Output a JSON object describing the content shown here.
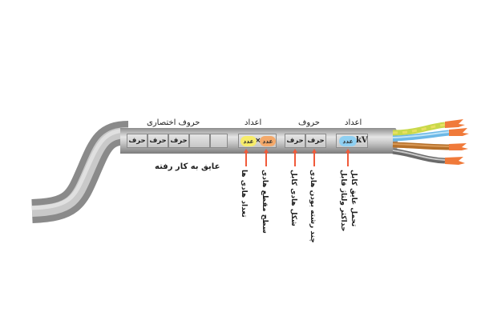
{
  "diagram": {
    "type": "cable-marking-code",
    "headings": {
      "abbreviations": "حروف اختصاری",
      "numbers_1": "اعداد",
      "letters": "حروف",
      "numbers_2": "اعداد"
    },
    "insulation_caption": "عایق به کار رفته",
    "abbrev_cells": [
      "حرف",
      "حرف",
      "حرف",
      "",
      ""
    ],
    "number_pair": {
      "left": "عدد",
      "separator": "×",
      "right": "عدد"
    },
    "letter_cells": [
      "حرف",
      "حرف"
    ],
    "voltage": {
      "value": "عدد",
      "unit": "kV"
    },
    "pointer_labels": [
      "تعداد هادی ها",
      "سطح مقطع هادی",
      "شکل هادی کابل",
      "چند رشته بودن هادی",
      "حداکثر ولتاژ قابل",
      "تحمل عایق کابل"
    ],
    "colors": {
      "sheath": "#b8b8b8",
      "arrow": "#f05a3a",
      "yellow_pill": "#f7ec6a",
      "orange_pill": "#f4a96a",
      "blue_pill": "#8fd0f2",
      "wire_green_yellow": "#c8d84a",
      "wire_blue": "#6cb8e6",
      "wire_brown": "#b5702a",
      "wire_grey": "#7a7a7a",
      "copper": "#f07a3a"
    }
  }
}
